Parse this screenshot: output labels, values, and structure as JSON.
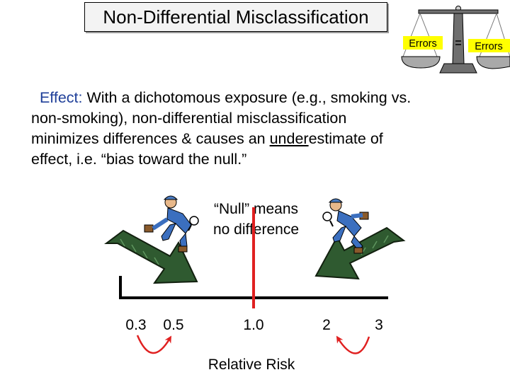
{
  "title": "Non-Differential Misclassification",
  "scale": {
    "left_label": "Errors",
    "right_label": "Errors",
    "colors": {
      "pan": "#a9a9a9",
      "post": "#6f6f6f",
      "label_bg": "#ffff00"
    }
  },
  "effect": {
    "keyword": "Effect:",
    "line1_rest": " With a dichotomous exposure (e.g., smoking vs.",
    "line2": "non-smoking), non-differential misclassification",
    "line3_prefix": "minimizes differences & causes an ",
    "line3_underlined": "under",
    "line3_suffix": "estimate of",
    "line4": "effect, i.e. “bias toward the null.”"
  },
  "null_note": {
    "line1": "“Null” means",
    "line2": "no difference"
  },
  "axis": {
    "ticks": [
      {
        "label": "0.3",
        "value": 0.3
      },
      {
        "label": "0.5",
        "value": 0.5
      },
      {
        "label": "1.0",
        "value": 1.0
      },
      {
        "label": "2",
        "value": 2
      },
      {
        "label": "3",
        "value": 3
      }
    ],
    "null_value": 1.0,
    "title": "Relative Risk"
  },
  "colors": {
    "accent_text": "#1f3f99",
    "null_line": "#e02020",
    "curved_arrows": "#e02020",
    "big_arrows": "#2f5a30",
    "axis": "#000000"
  },
  "icons": [
    "balance-scale-icon",
    "detective-figure-icon",
    "green-arrow-icon"
  ]
}
